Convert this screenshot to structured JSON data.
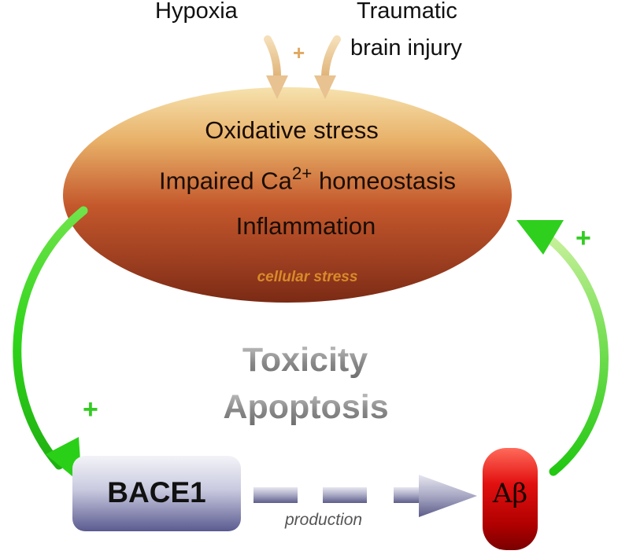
{
  "inputs": {
    "left_label": "Hypoxia",
    "right_label_line1": "Traumatic",
    "right_label_line2": "brain injury",
    "plus": "+"
  },
  "stress": {
    "line1": "Oxidative stress",
    "line2_pre": "Impaired Ca",
    "line2_sup": "2+",
    "line2_post": " homeostasis",
    "line3": "Inflammation",
    "caption": "cellular stress"
  },
  "effects": {
    "line1": "Toxicity",
    "line2": "Apoptosis"
  },
  "feedback": {
    "left_plus": "+",
    "right_plus": "+"
  },
  "enzyme": {
    "label": "BACE1"
  },
  "product": {
    "label": "Aβ"
  },
  "arrow": {
    "label": "production"
  },
  "colors": {
    "ellipse_top": "#f3d9a0",
    "ellipse_bottom": "#7a2a14",
    "green_arrow": "#33cc22",
    "input_arrow": "#e8c290",
    "bace_bottom": "#5a5a90",
    "abeta": "#e21010"
  }
}
